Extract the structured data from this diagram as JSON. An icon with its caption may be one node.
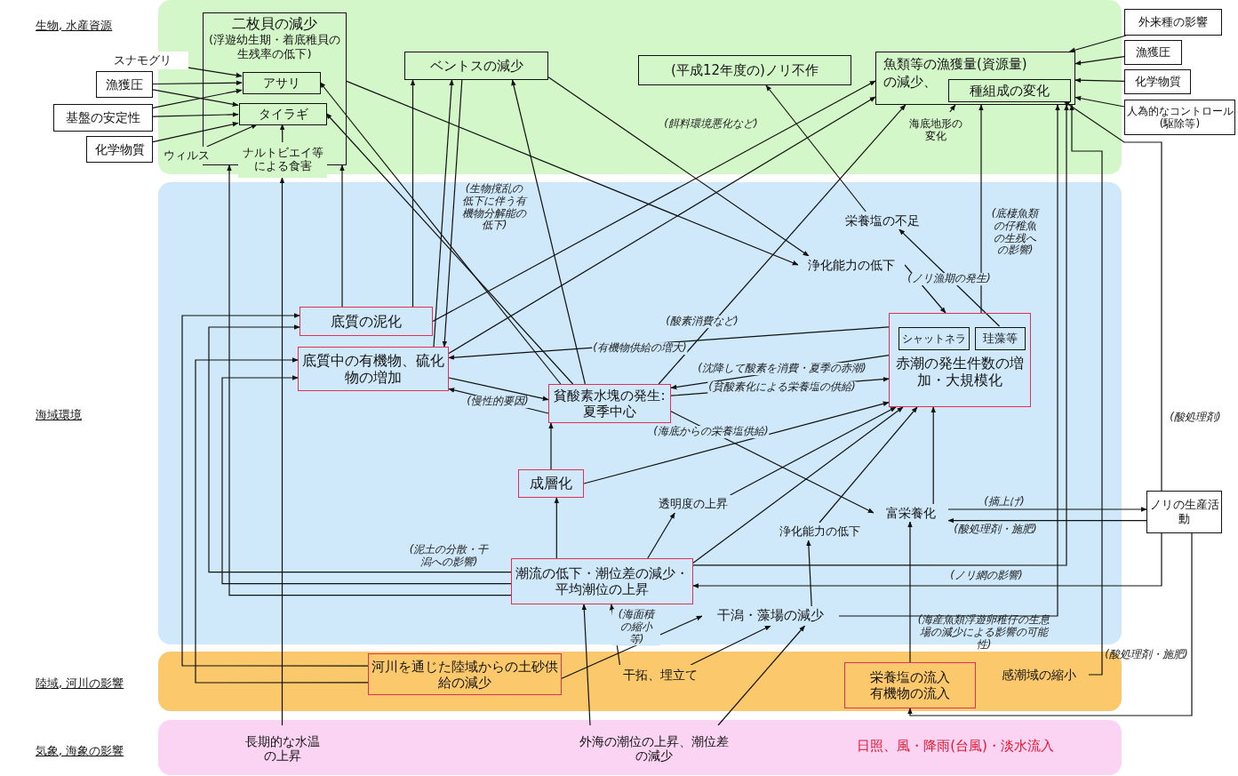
{
  "diagram": {
    "nodes": [
      {
        "text": [],
        "shape": "box"
      },
      {
        "text": [
          "二枚貝の減少",
          "(浮遊幼生期・着底稚貝の生残率の低下)"
        ],
        "in": 0
      },
      {
        "text": [
          "アサリ"
        ],
        "in": 1
      },
      {
        "text": [
          "タイラギ"
        ],
        "in": 1
      },
      {
        "text": [
          "スナモグリ"
        ]
      },
      {
        "text": [
          "漁獲圧"
        ]
      },
      {
        "text": [
          "基盤の安定性"
        ]
      },
      {
        "text": [
          "化学物質"
        ]
      },
      {
        "text": [
          "ウィルス"
        ],
        "in": 0
      },
      {
        "text": [
          "ナルトビエイ等による食害"
        ],
        "in": 0
      },
      {
        "text": [
          "ベントスの減少"
        ],
        "in": 0
      },
      {
        "text": [
          "(平成12年度の)ノリ不作"
        ],
        "in": 0
      },
      {
        "text": [
          "魚類等の漁獲量(資源量)の減少、"
        ],
        "in": 0
      },
      {
        "text": [
          "種組成の変化"
        ],
        "in": 12
      },
      {
        "text": [
          "海底地形の変化"
        ],
        "in": 0
      },
      {
        "text": [
          "外来種の影響"
        ]
      },
      {
        "text": [
          "漁獲圧"
        ]
      },
      {
        "text": [
          "化学物質"
        ]
      },
      {
        "text": [
          "人為的なコントロール(駆除等)"
        ]
      },
      {
        "text": [],
        "shape": "box"
      },
      {
        "text": [
          "栄養塩の不足"
        ],
        "in": 19
      },
      {
        "text": [
          "浄化能力の低下"
        ],
        "in": 19
      },
      {
        "text": [
          "底質の泥化"
        ],
        "in": 19
      },
      {
        "text": [
          "底質中の有機物、硫化物の増加"
        ],
        "in": 19
      },
      {
        "text": [
          "赤潮の発生件数の増加・大規模化"
        ],
        "in": 19
      },
      {
        "text": [
          "シャットネラ"
        ],
        "in": 24
      },
      {
        "text": [
          "珪藻等"
        ],
        "in": 24
      },
      {
        "text": [
          "貧酸素水塊の発生:夏季中心"
        ],
        "in": 19
      },
      {
        "text": [
          "成層化"
        ],
        "in": 19
      },
      {
        "text": [
          "透明度の上昇"
        ],
        "in": 19
      },
      {
        "text": [
          "富栄養化"
        ],
        "in": 19
      },
      {
        "text": [
          "浄化能力の低下"
        ],
        "in": 19
      },
      {
        "text": [
          "潮流の低下・潮位差の減少・平均潮位の上昇"
        ],
        "in": 19
      },
      {
        "text": [
          "干潟・藻場の減少"
        ],
        "in": 19
      },
      {
        "text": [
          "ノリの生産活動"
        ]
      },
      {
        "text": [],
        "shape": "box"
      },
      {
        "text": [
          "河川を通じた陸域からの土砂供給の減少"
        ],
        "in": 35
      },
      {
        "text": [
          "干拓、埋立て"
        ],
        "in": 35
      },
      {
        "text": [
          "栄養塩の流入",
          "有機物の流入"
        ],
        "in": 35
      },
      {
        "text": [
          "感潮域の縮小"
        ],
        "in": 35
      },
      {
        "text": [],
        "shape": "box"
      },
      {
        "text": [
          "長期的な水温の上昇"
        ],
        "in": 40
      },
      {
        "text": [
          "外海の潮位の上昇、潮位差の減少"
        ],
        "in": 40
      },
      {
        "text": [
          "日照、風・降雨(台風)・淡水流入"
        ],
        "in": 40
      }
    ],
    "edges": [
      {
        "from": 4,
        "to": 2,
        "arrow": "to"
      },
      {
        "from": 5,
        "to": 2,
        "arrow": "to"
      },
      {
        "from": 5,
        "to": 3,
        "arrow": "to"
      },
      {
        "from": 6,
        "to": 2,
        "arrow": "to"
      },
      {
        "from": 6,
        "to": 3,
        "arrow": "to"
      },
      {
        "from": 7,
        "to": 3,
        "arrow": "to"
      },
      {
        "from": 8,
        "to": 3,
        "arrow": "to"
      },
      {
        "from": 9,
        "to": 3,
        "arrow": "to"
      },
      {
        "from": 15,
        "to": 12,
        "arrow": "to"
      },
      {
        "from": 16,
        "to": 12,
        "arrow": "to"
      },
      {
        "from": 17,
        "to": 12,
        "arrow": "to"
      },
      {
        "from": 18,
        "to": 12,
        "arrow": "to"
      },
      {
        "from": 14,
        "to": 12,
        "arrow": "to"
      },
      {
        "from": 22,
        "to": 1,
        "arrow": "to"
      },
      {
        "from": 22,
        "to": 10,
        "arrow": "to"
      },
      {
        "from": 10,
        "to": 23,
        "arrow": "to",
        "label": "(生物撹乱の低下に伴う有機物分解能の低下)"
      },
      {
        "from": 23,
        "to": 10,
        "arrow": "to"
      },
      {
        "from": 22,
        "to": 12,
        "arrow": "to",
        "label": "(餌料環境悪化など)"
      },
      {
        "from": 23,
        "to": 12,
        "arrow": "to"
      },
      {
        "from": 27,
        "to": 12,
        "arrow": "to",
        "label": "(酸素消費など)"
      },
      {
        "from": 27,
        "to": 10,
        "arrow": "to"
      },
      {
        "from": 27,
        "to": 2,
        "arrow": "to"
      },
      {
        "from": 27,
        "to": 3,
        "arrow": "to"
      },
      {
        "from": 1,
        "to": 21,
        "arrow": "to"
      },
      {
        "from": 10,
        "to": 21,
        "arrow": "to"
      },
      {
        "from": 21,
        "to": 24,
        "arrow": "to"
      },
      {
        "from": 20,
        "to": 11,
        "arrow": "to"
      },
      {
        "from": 26,
        "to": 20,
        "arrow": "to",
        "label": "(ノリ漁期の発生)"
      },
      {
        "from": 24,
        "to": 12,
        "arrow": "to",
        "label": "(底棲魚類の仔稚魚の生残への影響)"
      },
      {
        "from": 24,
        "to": 23,
        "arrow": "to",
        "label": "(有機物供給の増大)"
      },
      {
        "from": 24,
        "to": 27,
        "arrow": "to",
        "label": "(沈降して酸素を消費・夏季の赤潮)"
      },
      {
        "from": 27,
        "to": 24,
        "arrow": "to",
        "label": "(貧酸素化による栄養塩の供給)"
      },
      {
        "from": 23,
        "to": 27,
        "arrow": "to"
      },
      {
        "from": 27,
        "to": 23,
        "arrow": "to",
        "label": "(慢性的要因)"
      },
      {
        "from": 27,
        "to": 30,
        "arrow": "to",
        "label": "(海底からの栄養塩供給)"
      },
      {
        "from": 28,
        "to": 27,
        "arrow": "to"
      },
      {
        "from": 28,
        "to": 24,
        "arrow": "to"
      },
      {
        "from": 29,
        "to": 24,
        "arrow": "to"
      },
      {
        "from": 31,
        "to": 24,
        "arrow": "to"
      },
      {
        "from": 32,
        "to": 24,
        "arrow": "to"
      },
      {
        "from": 30,
        "to": 24,
        "arrow": "to"
      },
      {
        "from": 32,
        "to": 28,
        "arrow": "to"
      },
      {
        "from": 32,
        "to": 29,
        "arrow": "to"
      },
      {
        "from": 36,
        "to": 33,
        "arrow": "to"
      },
      {
        "from": 37,
        "to": 33,
        "arrow": "to"
      },
      {
        "from": 37,
        "to": 32,
        "arrow": "to",
        "label": "(海面積の縮小等)"
      },
      {
        "from": 42,
        "to": 32,
        "arrow": "to"
      },
      {
        "from": 42,
        "to": 33,
        "arrow": "to"
      },
      {
        "from": 33,
        "to": 31,
        "arrow": "to"
      },
      {
        "from": 38,
        "to": 30,
        "arrow": "to"
      },
      {
        "from": 41,
        "to": 9,
        "arrow": "to"
      },
      {
        "from": 30,
        "to": 34,
        "arrow": "to",
        "label": "(摘上げ)"
      },
      {
        "from": 34,
        "to": 30,
        "arrow": "to",
        "label": "(酸処理剤・施肥)"
      },
      {
        "from": 34,
        "to": 32,
        "arrow": "to",
        "label": "(ノリ網の影響)"
      },
      {
        "from": 34,
        "to": 13,
        "arrow": "to",
        "label": "(酸処理剤)"
      },
      {
        "from": 34,
        "to": 38,
        "arrow": "to",
        "label": "(酸処理剤・施肥)"
      },
      {
        "from": 33,
        "to": 12,
        "arrow": "to",
        "label": "(海産魚類浮遊卵稚仔の生息場の減少による影響の可能性)"
      },
      {
        "from": 32,
        "to": 12,
        "arrow": "to"
      },
      {
        "from": 39,
        "to": 12,
        "arrow": "to"
      },
      {
        "from": 36,
        "to": 22,
        "arrow": "to"
      },
      {
        "from": 36,
        "to": 23,
        "arrow": "to"
      },
      {
        "from": 32,
        "to": 22,
        "arrow": "to",
        "label": "(泥土の分散・干潟への影響)"
      },
      {
        "from": 32,
        "to": 23,
        "arrow": "to"
      },
      {
        "from": 32,
        "to": 1,
        "arrow": "to"
      }
    ],
    "labels": [
      "生物, 水産資源",
      "海域環境",
      "陸域, 河川の影響",
      "気象, 海象の影響"
    ]
  }
}
